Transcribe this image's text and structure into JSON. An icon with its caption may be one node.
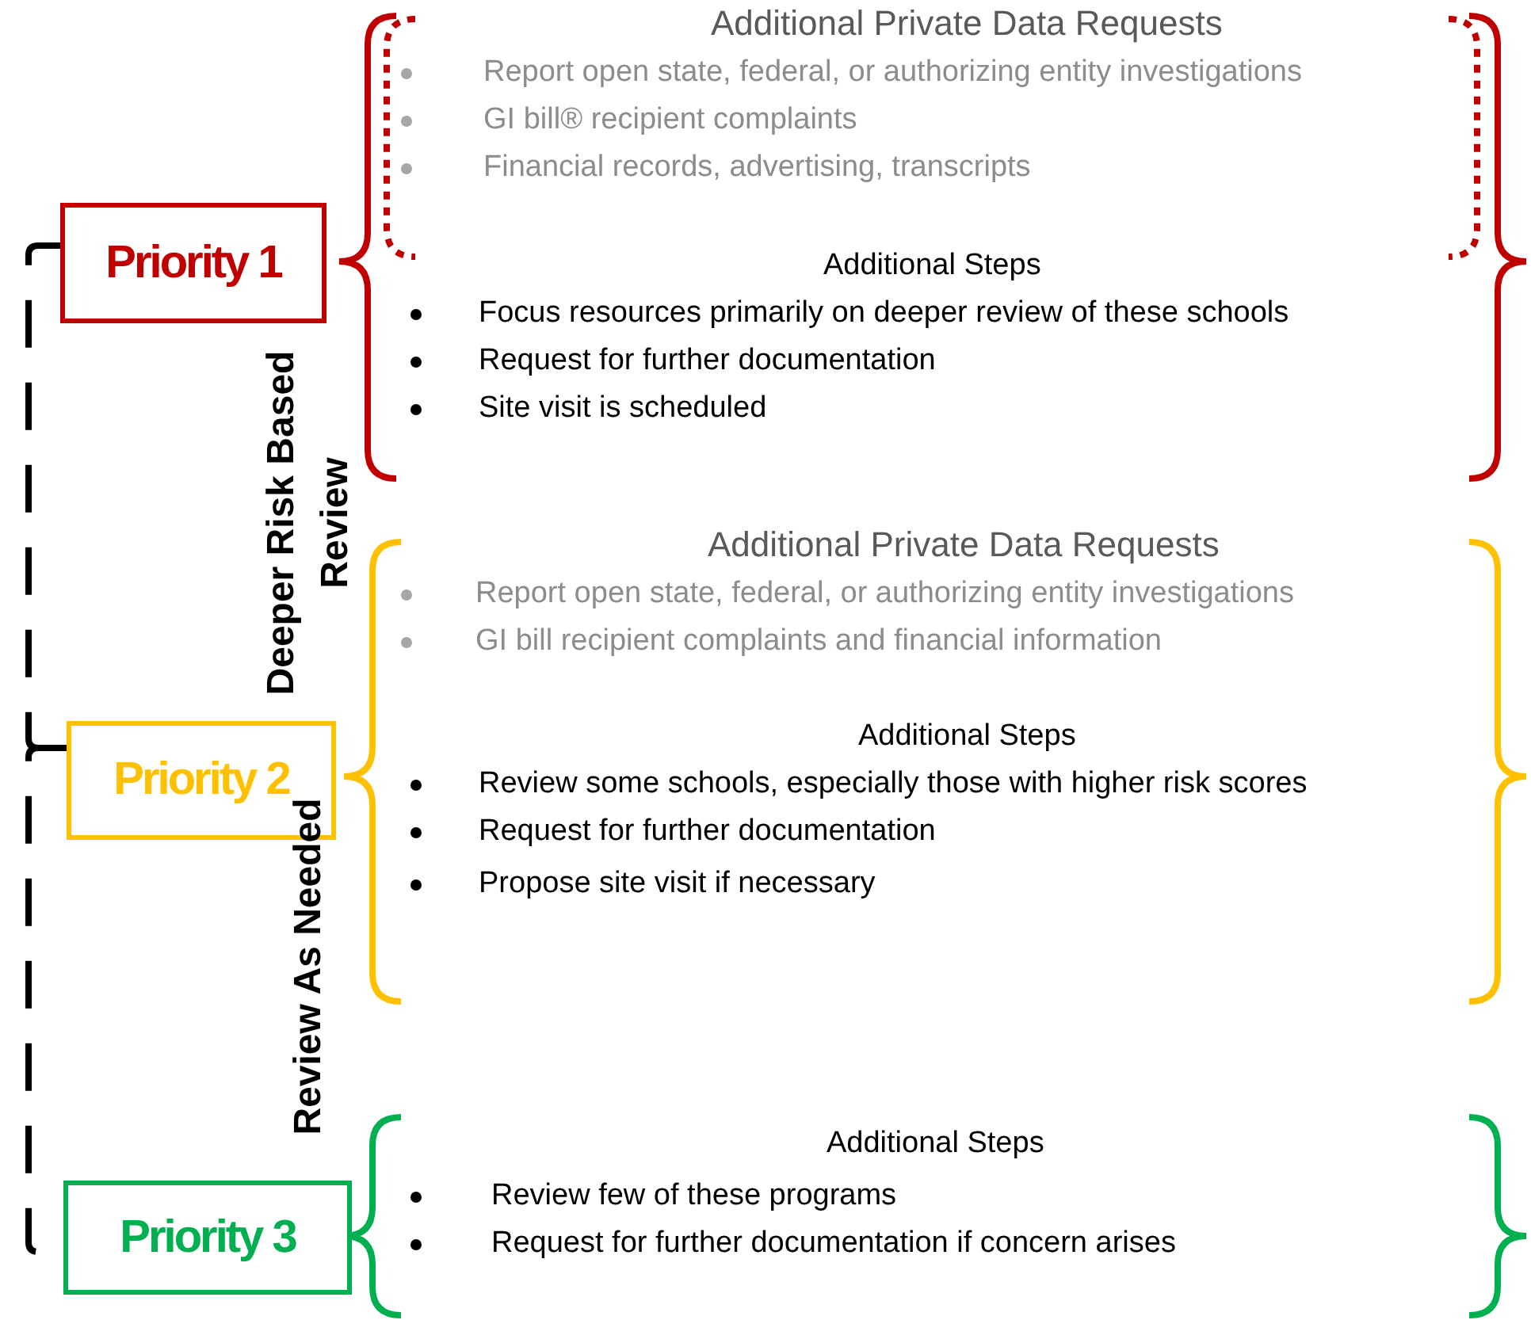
{
  "diagram": {
    "nodes": [
      {
        "text": [
          "Priority 1"
        ]
      },
      {
        "text": [
          "Priority 2"
        ]
      },
      {
        "text": [
          "Priority 3"
        ]
      }
    ],
    "edges": [
      {
        "from": 0,
        "to": 1,
        "arrow": "none",
        "style": "dashed"
      },
      {
        "from": 1,
        "to": 2,
        "arrow": "none",
        "style": "dashed"
      }
    ],
    "labels": [
      "Additional Private Data Requests",
      "Report open state, federal, or authorizing entity investigations",
      "GI bill® recipient complaints",
      "Financial records, advertising, transcripts",
      "Additional Steps",
      "Focus resources primarily on deeper review of these schools",
      "Request for further documentation",
      "Site visit is scheduled",
      "Deeper Risk Based Review",
      "Additional Private Data Requests",
      "Report open state, federal, or authorizing entity investigations",
      "GI bill recipient complaints and financial information",
      "Additional Steps",
      "Review some schools, especially those with higher risk scores",
      "Request for further documentation",
      "Propose site visit if necessary",
      "Review As Needed",
      "Additional Steps",
      "Review few of these programs",
      "Request for further documentation if concern arises"
    ]
  }
}
